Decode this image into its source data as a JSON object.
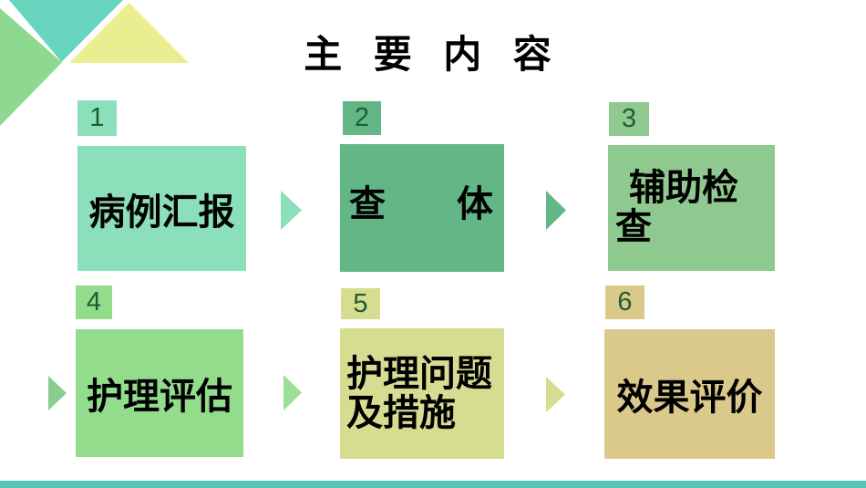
{
  "title": "主 要 内 容",
  "steps": [
    {
      "num": "1",
      "label": "病例汇报",
      "color": "#8CDFBB"
    },
    {
      "num": "2",
      "label": "查",
      "label2": "体",
      "color": "#63B786"
    },
    {
      "num": "3",
      "label": "辅助检\n查",
      "color": "#8FC98F"
    },
    {
      "num": "4",
      "label": "护理评估",
      "color": "#92DC8C"
    },
    {
      "num": "5",
      "label": "护理问题\n及措施",
      "color": "#D6DC90"
    },
    {
      "num": "6",
      "label": "效果评价",
      "color": "#DBC98B"
    }
  ],
  "arrows": [
    {
      "name": "after-step-1",
      "color": "#8CDFBB"
    },
    {
      "name": "after-step-2",
      "color": "#63B786"
    },
    {
      "name": "before-step-4",
      "color": "#89CE90"
    },
    {
      "name": "after-step-4",
      "color": "#9ADF95"
    },
    {
      "name": "after-step-5",
      "color": "#D6DC90"
    }
  ],
  "decor": {
    "corner_teal": "#68D5BE",
    "corner_green": "#8CD98F",
    "corner_yellow": "#EBEE90",
    "bottom_bar": "#54C7B4",
    "digit_color": "#1F5C32"
  }
}
